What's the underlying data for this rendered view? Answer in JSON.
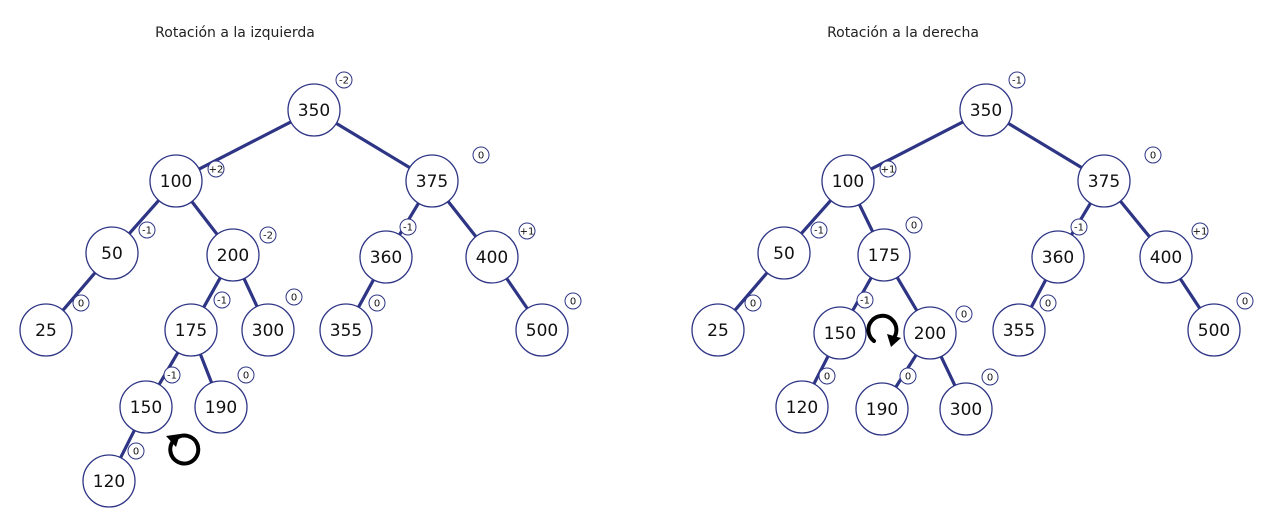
{
  "diagrams": [
    {
      "id": "left",
      "title": "Rotación a la izquierda",
      "nodes": [
        {
          "id": "n350",
          "label": "350",
          "balance": "-2"
        },
        {
          "id": "n100",
          "label": "100",
          "balance": "+2"
        },
        {
          "id": "n375",
          "label": "375",
          "balance": "0"
        },
        {
          "id": "n50",
          "label": "50",
          "balance": "-1"
        },
        {
          "id": "n200",
          "label": "200",
          "balance": "-2"
        },
        {
          "id": "n360",
          "label": "360",
          "balance": "-1"
        },
        {
          "id": "n400",
          "label": "400",
          "balance": "+1"
        },
        {
          "id": "n25",
          "label": "25",
          "balance": "0"
        },
        {
          "id": "n175",
          "label": "175",
          "balance": "-1"
        },
        {
          "id": "n300",
          "label": "300",
          "balance": "0"
        },
        {
          "id": "n355",
          "label": "355",
          "balance": "0"
        },
        {
          "id": "n500",
          "label": "500",
          "balance": "0"
        },
        {
          "id": "n150",
          "label": "150",
          "balance": "-1"
        },
        {
          "id": "n190",
          "label": "190",
          "balance": "0"
        },
        {
          "id": "n120",
          "label": "120",
          "balance": "0"
        }
      ],
      "edges": [
        [
          "n350",
          "n100"
        ],
        [
          "n350",
          "n375"
        ],
        [
          "n100",
          "n50"
        ],
        [
          "n100",
          "n200"
        ],
        [
          "n50",
          "n25"
        ],
        [
          "n200",
          "n175"
        ],
        [
          "n200",
          "n300"
        ],
        [
          "n175",
          "n150"
        ],
        [
          "n175",
          "n190"
        ],
        [
          "n150",
          "n120"
        ],
        [
          "n375",
          "n360"
        ],
        [
          "n375",
          "n400"
        ],
        [
          "n360",
          "n355"
        ],
        [
          "n400",
          "n500"
        ]
      ],
      "rotation_icon": "counterclockwise-rotation-icon"
    },
    {
      "id": "right",
      "title": "Rotación a la derecha",
      "nodes": [
        {
          "id": "n350",
          "label": "350",
          "balance": "-1"
        },
        {
          "id": "n100",
          "label": "100",
          "balance": "+1"
        },
        {
          "id": "n375",
          "label": "375",
          "balance": "0"
        },
        {
          "id": "n50",
          "label": "50",
          "balance": "-1"
        },
        {
          "id": "n175",
          "label": "175",
          "balance": "0"
        },
        {
          "id": "n360",
          "label": "360",
          "balance": "-1"
        },
        {
          "id": "n400",
          "label": "400",
          "balance": "+1"
        },
        {
          "id": "n25",
          "label": "25",
          "balance": "0"
        },
        {
          "id": "n150",
          "label": "150",
          "balance": "-1"
        },
        {
          "id": "n200",
          "label": "200",
          "balance": "0"
        },
        {
          "id": "n355",
          "label": "355",
          "balance": "0"
        },
        {
          "id": "n500",
          "label": "500",
          "balance": "0"
        },
        {
          "id": "n120",
          "label": "120",
          "balance": "0"
        },
        {
          "id": "n190",
          "label": "190",
          "balance": "0"
        },
        {
          "id": "n300",
          "label": "300",
          "balance": "0"
        }
      ],
      "edges": [
        [
          "n350",
          "n100"
        ],
        [
          "n350",
          "n375"
        ],
        [
          "n100",
          "n50"
        ],
        [
          "n100",
          "n175"
        ],
        [
          "n50",
          "n25"
        ],
        [
          "n175",
          "n150"
        ],
        [
          "n175",
          "n200"
        ],
        [
          "n150",
          "n120"
        ],
        [
          "n200",
          "n190"
        ],
        [
          "n200",
          "n300"
        ],
        [
          "n375",
          "n360"
        ],
        [
          "n375",
          "n400"
        ],
        [
          "n360",
          "n355"
        ],
        [
          "n400",
          "n500"
        ]
      ],
      "rotation_icon": "clockwise-rotation-icon"
    }
  ],
  "colors": {
    "edge": "#2e3585",
    "node_border": "#2e3585",
    "text": "#111111",
    "rotation_arrow": "#000000"
  }
}
